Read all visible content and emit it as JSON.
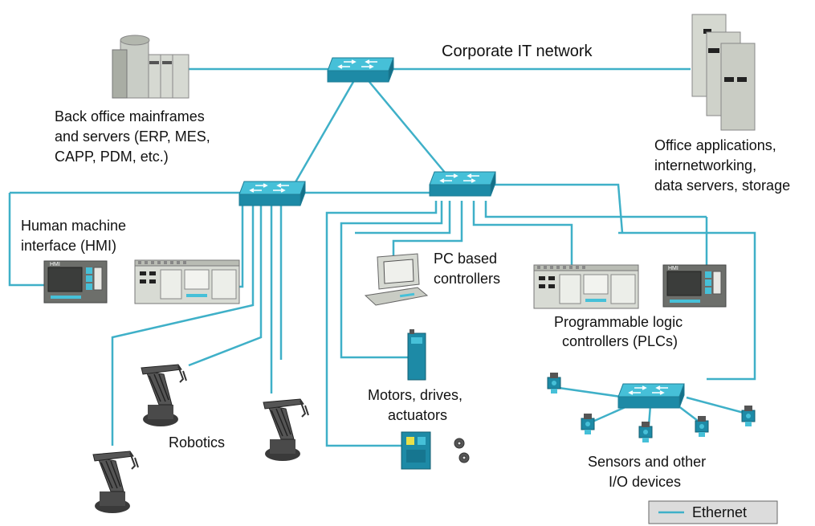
{
  "colors": {
    "ethernet": "#3fb0c8",
    "switch_top": "#46c0d8",
    "switch_side": "#1d8aa6",
    "device_gray": "#c9cdc6",
    "device_dark": "#6d6f6b",
    "robot_dark": "#3a3a3a"
  },
  "labels": {
    "corporate": "Corporate IT network",
    "backoffice": [
      "Back office mainframes",
      "and servers (ERP, MES,",
      "CAPP, PDM, etc.)"
    ],
    "office": [
      "Office applications,",
      "internetworking,",
      "data servers, storage"
    ],
    "hmi": [
      "Human machine",
      "interface (HMI)"
    ],
    "pc": [
      "PC based",
      "controllers"
    ],
    "plc": [
      "Programmable logic",
      "controllers (PLCs)"
    ],
    "motors": [
      "Motors, drives,",
      "actuators"
    ],
    "robotics": "Robotics",
    "sensors": [
      "Sensors and other",
      "I/O devices"
    ]
  },
  "screen_labels": {
    "hmi_left": "HMI",
    "hmi_right": "HMI"
  },
  "legend": {
    "label": "Ethernet"
  },
  "icons": [
    "switch-icon",
    "mainframe-icon",
    "server-rack-icon",
    "hmi-panel-icon",
    "plc-icon",
    "pc-icon",
    "robot-arm-icon",
    "drive-icon",
    "sensor-icon",
    "gear-icon"
  ]
}
